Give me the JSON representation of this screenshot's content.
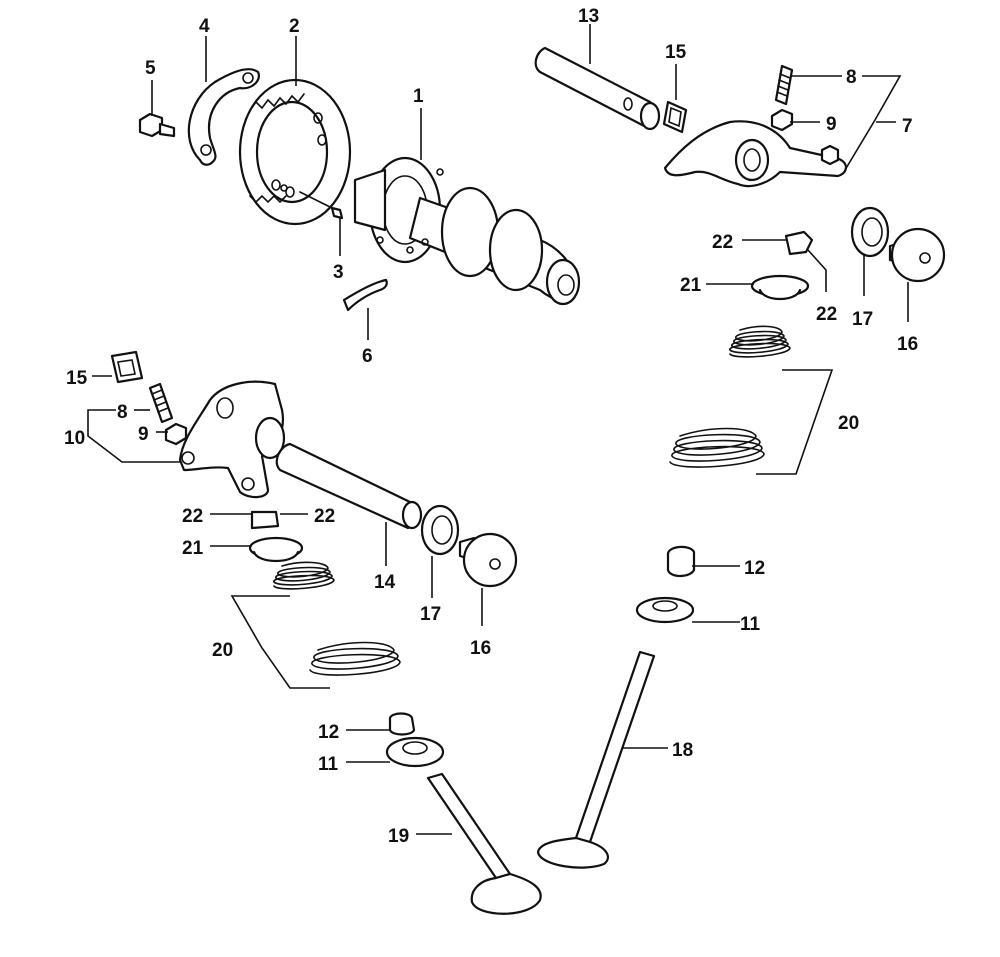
{
  "callouts": {
    "c1": "1",
    "c2": "2",
    "c3": "3",
    "c4": "4",
    "c5": "5",
    "c6": "6",
    "c7": "7",
    "c8a": "8",
    "c9a": "9",
    "c13": "13",
    "c15a": "15",
    "c16a": "16",
    "c17a": "17",
    "c20a": "20",
    "c21a": "21",
    "c22a": "22",
    "c22b": "22",
    "c12a": "12",
    "c11a": "11",
    "c18": "18",
    "c15b": "15",
    "c8b": "8",
    "c9b": "9",
    "c10": "10",
    "c22c": "22",
    "c22d": "22",
    "c21b": "21",
    "c14": "14",
    "c17b": "17",
    "c16b": "16",
    "c20b": "20",
    "c12b": "12",
    "c11b": "11",
    "c19": "19"
  },
  "colors": {
    "ink": "#111111",
    "paper": "#ffffff"
  }
}
